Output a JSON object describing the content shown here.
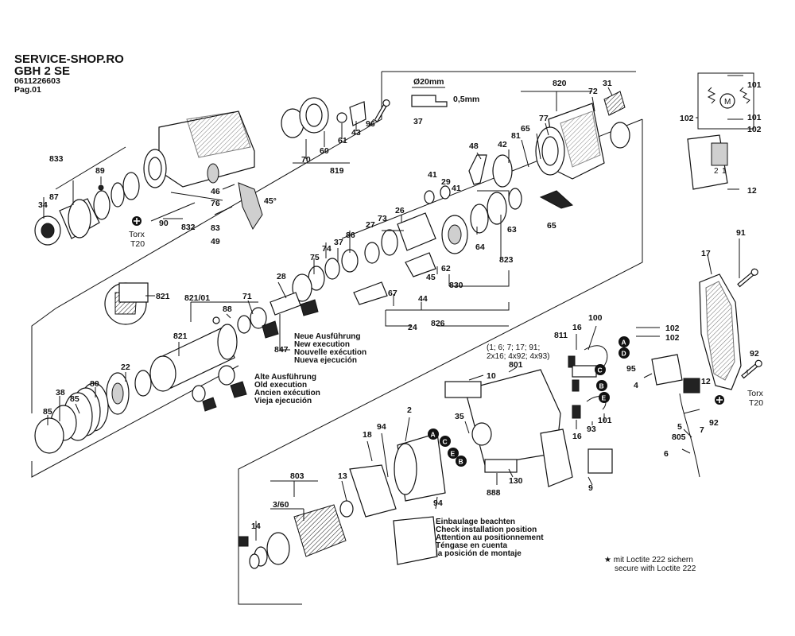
{
  "header": {
    "shop": "SERVICE-SHOP.RO",
    "model": "GBH 2 SE",
    "code": "0611226603",
    "page": "Pag.01"
  },
  "dimension_note": {
    "diameter": "Ø20mm",
    "thickness": "0,5mm",
    "part": "37"
  },
  "parts": {
    "p833": "833",
    "p87": "87",
    "p89": "89",
    "p34": "34",
    "p90": "90",
    "p46": "46",
    "p76": "76",
    "p832": "832",
    "p83": "83",
    "p49": "49",
    "p70": "70",
    "p60": "60",
    "p61": "61",
    "p43": "43",
    "p96": "96",
    "p819": "819",
    "p48": "48",
    "p42": "42",
    "p81": "81",
    "p65a": "65",
    "p77": "77",
    "p820": "820",
    "p72": "72",
    "p31": "31",
    "p65b": "65",
    "p41a": "41",
    "p29": "29",
    "p41b": "41",
    "p26": "26",
    "p73": "73",
    "p27": "27",
    "p64": "64",
    "p63": "63",
    "p86": "86",
    "p37": "37",
    "p74": "74",
    "p75": "75",
    "p28": "28",
    "p62": "62",
    "p45": "45",
    "p830": "830",
    "p823": "823",
    "p67": "67",
    "p44": "44",
    "p24": "24",
    "p826": "826",
    "p821": "821",
    "p82101": "821/01",
    "p88": "88",
    "p71": "71",
    "p847": "847",
    "p821b": "821",
    "p22": "22",
    "p80": "80",
    "p38": "38",
    "p85a": "85",
    "p85b": "85",
    "p101a": "101",
    "p101b": "101",
    "p102a": "102",
    "p102b": "102",
    "p12": "12",
    "p91": "91",
    "p17": "17",
    "p92a": "92",
    "p92b": "92",
    "p811": "811",
    "p16a": "16",
    "p100": "100",
    "p102c": "102",
    "p102d": "102",
    "p95": "95",
    "p4": "4",
    "p12b": "12",
    "p16b": "16",
    "p93": "93",
    "p101c": "101",
    "p801": "801",
    "p10": "10",
    "p2": "2",
    "p35": "35",
    "p888": "888",
    "p130": "130",
    "p9": "9",
    "p5": "5",
    "p805": "805",
    "p7": "7",
    "p6": "6",
    "p18": "18",
    "p94a": "94",
    "p94b": "94",
    "p803": "803",
    "p13": "13",
    "p360": "3/60",
    "p14": "14"
  },
  "alt_list": "(1; 6; 7; 17; 91;",
  "alt_list2": "2x16; 4x92; 4x93)",
  "torx": [
    "Torx",
    "T20"
  ],
  "new_execution": [
    "Neue Ausführung",
    "New execution",
    "Nouvelle exécution",
    "Nueva ejecución"
  ],
  "old_execution": [
    "Alte Ausführung",
    "Old execution",
    "Ancien exécution",
    "Vieja ejecución"
  ],
  "install_note": [
    "Einbaulage beachten",
    "Check installation position",
    "Attention au positionnement",
    "Téngase en cuenta",
    "la posición de montaje"
  ],
  "loctite": [
    "★ mit Loctite 222 sichern",
    "secure with Loctite 222"
  ],
  "angle": "45°",
  "tags": [
    "A",
    "B",
    "C",
    "D",
    "E"
  ],
  "switch_marks": [
    "2",
    "1"
  ]
}
